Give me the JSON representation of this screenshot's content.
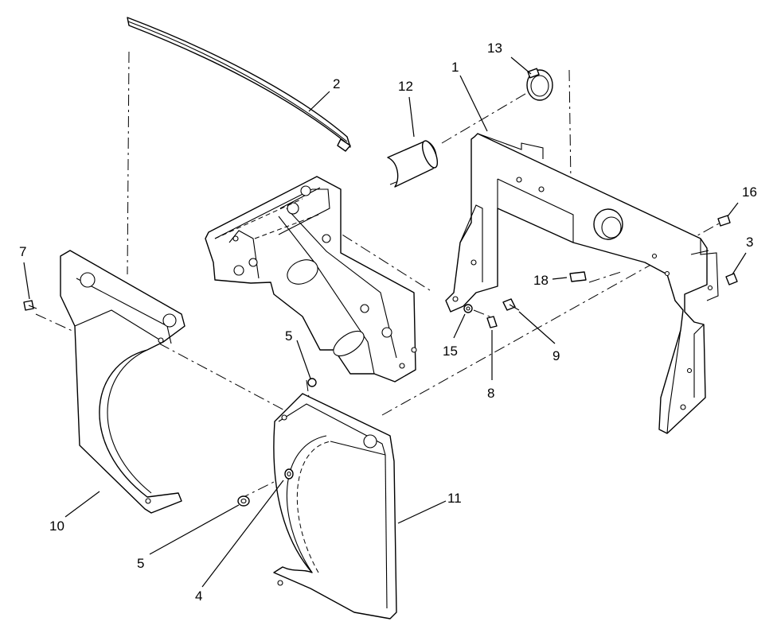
{
  "diagram": {
    "callouts": [
      "1",
      "2",
      "3",
      "4",
      "5",
      "5",
      "7",
      "8",
      "9",
      "10",
      "11",
      "12",
      "13",
      "15",
      "16",
      "18"
    ]
  }
}
